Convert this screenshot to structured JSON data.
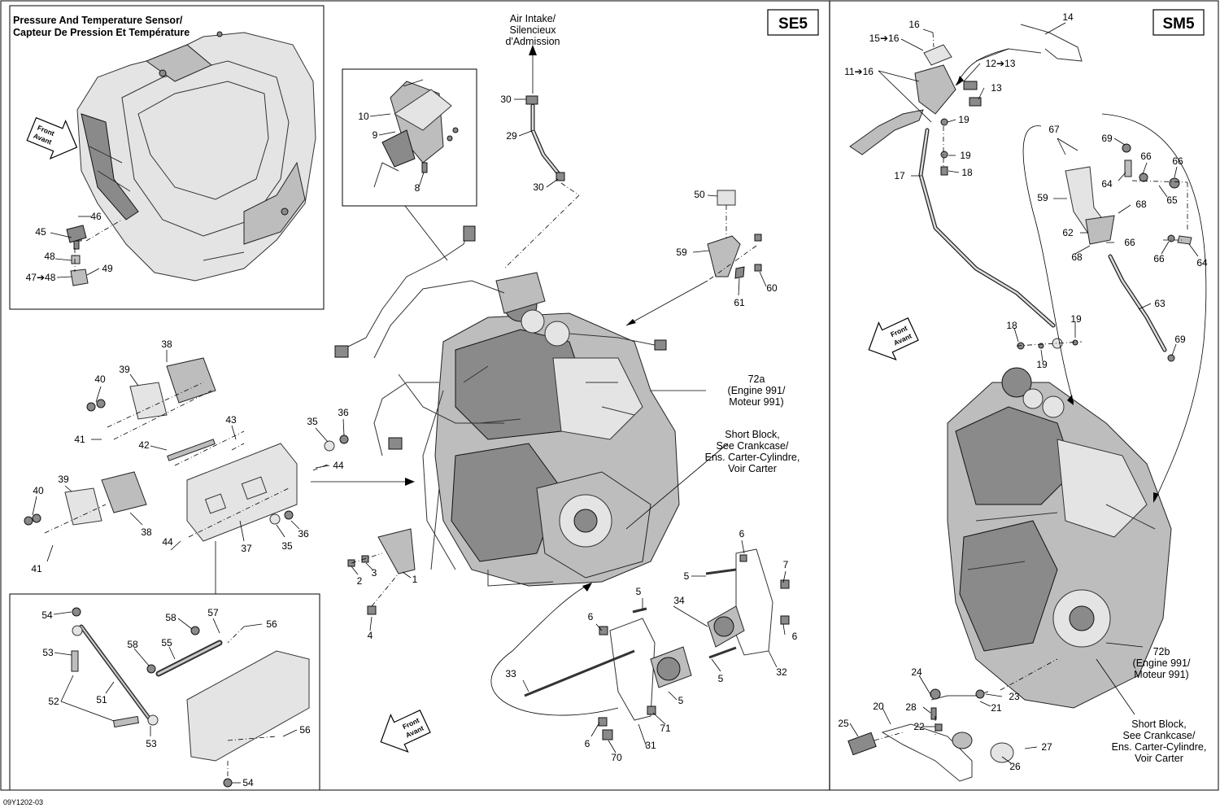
{
  "panels": {
    "left_badge": "SE5",
    "right_badge": "SM5"
  },
  "captions": {
    "sensor_en": "Pressure And Temperature Sensor/",
    "sensor_fr": "Capteur De Pression Et Température",
    "air_en": "Air Intake/",
    "air_fr1": "Silencieux",
    "air_fr2": "d'Admission",
    "engine72a_id": "72a",
    "engine72a_en": "(Engine 991/",
    "engine72a_fr": "Moteur 991)",
    "shortblock_l1": "Short Block,",
    "shortblock_l2": "See Crankcase/",
    "shortblock_l3": "Ens. Carter-Cylindre,",
    "shortblock_l4": "Voir Carter",
    "engine72b_id": "72b",
    "engine72b_en": "(Engine 991/",
    "engine72b_fr": "Moteur 991)",
    "shortblock2_l1": "Short Block,",
    "shortblock2_l2": "See Crankcase/",
    "shortblock2_l3": "Ens. Carter-Cylindre,",
    "shortblock2_l4": "Voir Carter"
  },
  "front_arrows": {
    "line1": "Front",
    "line2": "Avant"
  },
  "footer": {
    "code": "09Y1202-03"
  },
  "part_callouts": [
    {
      "id": "c45",
      "text": "45"
    },
    {
      "id": "c46",
      "text": "46"
    },
    {
      "id": "c48a",
      "text": "48"
    },
    {
      "id": "c47",
      "text": "47➔48"
    },
    {
      "id": "c49",
      "text": "49"
    },
    {
      "id": "c10",
      "text": "10"
    },
    {
      "id": "c9",
      "text": "9"
    },
    {
      "id": "c8",
      "text": "8"
    },
    {
      "id": "c30a",
      "text": "30"
    },
    {
      "id": "c29",
      "text": "29"
    },
    {
      "id": "c30b",
      "text": "30"
    },
    {
      "id": "c50",
      "text": "50"
    },
    {
      "id": "c59a",
      "text": "59"
    },
    {
      "id": "c60",
      "text": "60"
    },
    {
      "id": "c61",
      "text": "61"
    },
    {
      "id": "c38a",
      "text": "38"
    },
    {
      "id": "c39a",
      "text": "39"
    },
    {
      "id": "c40a",
      "text": "40"
    },
    {
      "id": "c41a",
      "text": "41"
    },
    {
      "id": "c42",
      "text": "42"
    },
    {
      "id": "c43",
      "text": "43"
    },
    {
      "id": "c35a",
      "text": "35"
    },
    {
      "id": "c36a",
      "text": "36"
    },
    {
      "id": "c44a",
      "text": "44"
    },
    {
      "id": "c40b",
      "text": "40"
    },
    {
      "id": "c39b",
      "text": "39"
    },
    {
      "id": "c38b",
      "text": "38"
    },
    {
      "id": "c41b",
      "text": "41"
    },
    {
      "id": "c44b",
      "text": "44"
    },
    {
      "id": "c37",
      "text": "37"
    },
    {
      "id": "c35b",
      "text": "35"
    },
    {
      "id": "c36b",
      "text": "36"
    },
    {
      "id": "c2",
      "text": "2"
    },
    {
      "id": "c3",
      "text": "3"
    },
    {
      "id": "c1",
      "text": "1"
    },
    {
      "id": "c4",
      "text": "4"
    },
    {
      "id": "c54a",
      "text": "54"
    },
    {
      "id": "c53a",
      "text": "53"
    },
    {
      "id": "c52",
      "text": "52"
    },
    {
      "id": "c51",
      "text": "51"
    },
    {
      "id": "c53b",
      "text": "53"
    },
    {
      "id": "c58a",
      "text": "58"
    },
    {
      "id": "c58b",
      "text": "58"
    },
    {
      "id": "c57",
      "text": "57"
    },
    {
      "id": "c55",
      "text": "55"
    },
    {
      "id": "c56a",
      "text": "56"
    },
    {
      "id": "c56b",
      "text": "56"
    },
    {
      "id": "c54b",
      "text": "54"
    },
    {
      "id": "c6a",
      "text": "6"
    },
    {
      "id": "c7",
      "text": "7"
    },
    {
      "id": "c5a",
      "text": "5"
    },
    {
      "id": "c5b",
      "text": "5"
    },
    {
      "id": "c34",
      "text": "34"
    },
    {
      "id": "c6b",
      "text": "6"
    },
    {
      "id": "c6c",
      "text": "6"
    },
    {
      "id": "c5c",
      "text": "5"
    },
    {
      "id": "c32",
      "text": "32"
    },
    {
      "id": "c33",
      "text": "33"
    },
    {
      "id": "c5d",
      "text": "5"
    },
    {
      "id": "c71",
      "text": "71"
    },
    {
      "id": "c6d",
      "text": "6"
    },
    {
      "id": "c31",
      "text": "31"
    },
    {
      "id": "c70",
      "text": "70"
    },
    {
      "id": "c16",
      "text": "16"
    },
    {
      "id": "c14",
      "text": "14"
    },
    {
      "id": "c15",
      "text": "15➔16"
    },
    {
      "id": "c11",
      "text": "11➔16"
    },
    {
      "id": "c12",
      "text": "12➔13"
    },
    {
      "id": "c13",
      "text": "13"
    },
    {
      "id": "c19a",
      "text": "19"
    },
    {
      "id": "c19b",
      "text": "19"
    },
    {
      "id": "c18a",
      "text": "18"
    },
    {
      "id": "c17",
      "text": "17"
    },
    {
      "id": "c67",
      "text": "67"
    },
    {
      "id": "c69a",
      "text": "69"
    },
    {
      "id": "c66a",
      "text": "66"
    },
    {
      "id": "c66b",
      "text": "66"
    },
    {
      "id": "c64a",
      "text": "64"
    },
    {
      "id": "c65",
      "text": "65"
    },
    {
      "id": "c59b",
      "text": "59"
    },
    {
      "id": "c68a",
      "text": "68"
    },
    {
      "id": "c62",
      "text": "62"
    },
    {
      "id": "c66c",
      "text": "66"
    },
    {
      "id": "c68b",
      "text": "68"
    },
    {
      "id": "c66d",
      "text": "66"
    },
    {
      "id": "c64b",
      "text": "64"
    },
    {
      "id": "c63",
      "text": "63"
    },
    {
      "id": "c18b",
      "text": "18"
    },
    {
      "id": "c19c",
      "text": "19"
    },
    {
      "id": "c19d",
      "text": "19"
    },
    {
      "id": "c69b",
      "text": "69"
    },
    {
      "id": "c24",
      "text": "24"
    },
    {
      "id": "c23",
      "text": "23"
    },
    {
      "id": "c21",
      "text": "21"
    },
    {
      "id": "c20",
      "text": "20"
    },
    {
      "id": "c28",
      "text": "28"
    },
    {
      "id": "c22",
      "text": "22"
    },
    {
      "id": "c25",
      "text": "25"
    },
    {
      "id": "c26",
      "text": "26"
    },
    {
      "id": "c27",
      "text": "27"
    }
  ]
}
